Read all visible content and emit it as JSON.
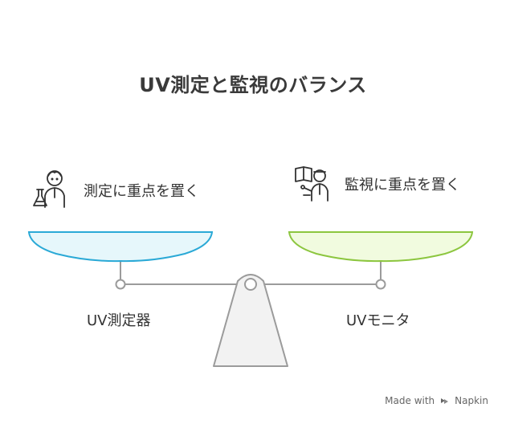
{
  "title": "UV測定と監視のバランス",
  "left": {
    "focus_label": "測定に重点を置く",
    "device_label": "UV測定器",
    "icon": "scientist-with-flask-icon",
    "pan_color": "#e6f7fb",
    "pan_stroke": "#2aa9d6"
  },
  "right": {
    "focus_label": "監視に重点を置く",
    "device_label": "UVモニタ",
    "icon": "reader-with-book-icon",
    "pan_color": "#f1fbdf",
    "pan_stroke": "#8cc63f"
  },
  "footer": {
    "made_with": "Made with",
    "brand": "Napkin",
    "icon": "napkin-logo-icon"
  }
}
